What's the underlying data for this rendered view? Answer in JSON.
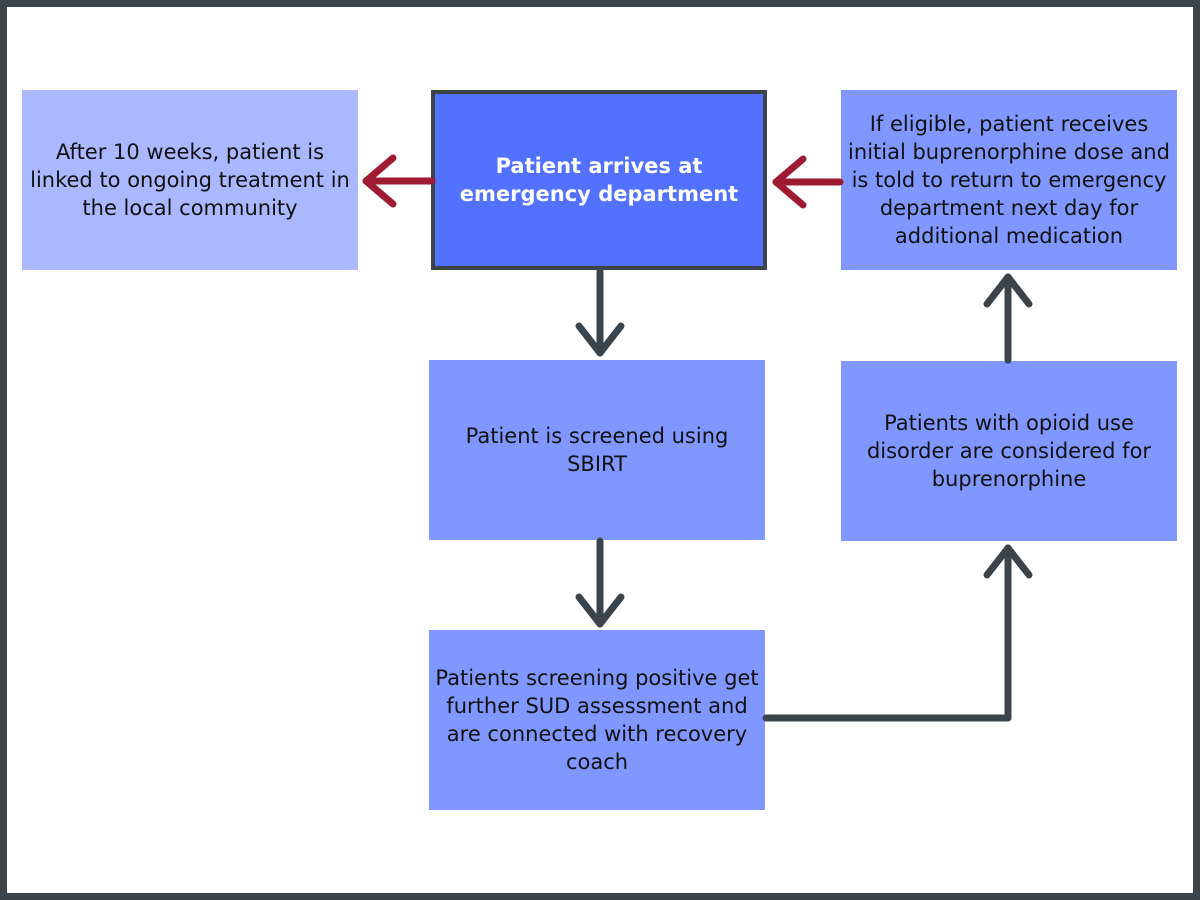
{
  "diagram": {
    "colors": {
      "frame": "#3b434b",
      "box_light": "#a9b8ff",
      "box_mid": "#7f97ff",
      "box_main": "#5271ff",
      "arrow_dark": "#3b434b",
      "arrow_red": "#9e1b32"
    },
    "nodes": {
      "arrival": "Patient arrives at emergency department",
      "linked": "After 10 weeks, patient is linked to ongoing treatment in the local community",
      "buprenorphine_dose": "If eligible, patient receives initial buprenorphine dose and is told to return to emergency department next day for additional medication",
      "screened": "Patient is screened using SBIRT",
      "considered": "Patients with opioid use disorder are considered for buprenorphine",
      "positive": "Patients screening positive get further SUD assessment and are connected with recovery coach"
    },
    "edges": [
      {
        "from": "arrival",
        "to": "linked",
        "color": "red"
      },
      {
        "from": "buprenorphine_dose",
        "to": "arrival",
        "color": "red"
      },
      {
        "from": "arrival",
        "to": "screened",
        "color": "dark"
      },
      {
        "from": "screened",
        "to": "positive",
        "color": "dark"
      },
      {
        "from": "positive",
        "to": "considered",
        "color": "dark"
      },
      {
        "from": "considered",
        "to": "buprenorphine_dose",
        "color": "dark"
      }
    ]
  }
}
